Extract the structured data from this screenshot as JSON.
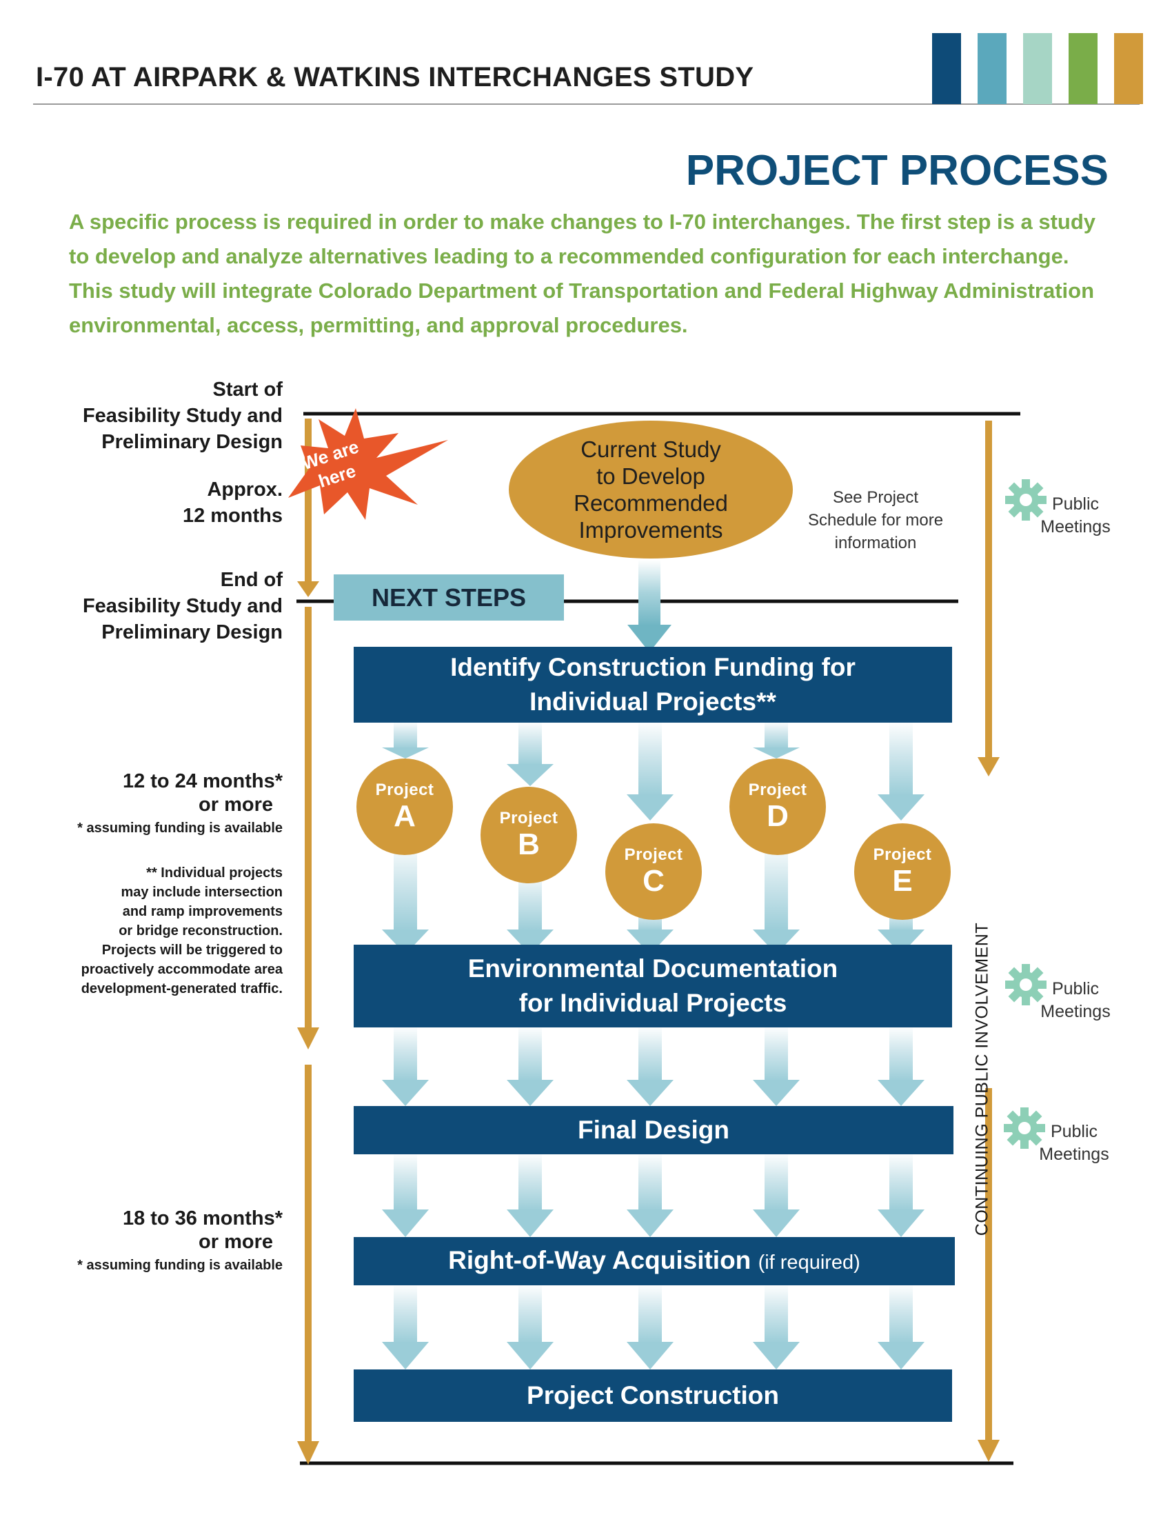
{
  "header": {
    "title": "I-70 AT AIRPARK & WATKINS INTERCHANGES STUDY",
    "stripe_colors": [
      "#0e4b78",
      "#5ba8bc",
      "#a6d5c5",
      "#7aad49",
      "#d19a3a"
    ]
  },
  "page_title": "PROJECT PROCESS",
  "intro": "A specific process is required in order to make changes to I-70 interchanges. The first step is a study to develop and analyze alternatives leading to a recommended configuration for each interchange. This study will integrate Colorado Department of Transportation and Federal Highway Administration environmental, access, permitting, and approval procedures.",
  "timeline": {
    "start": [
      "Start of",
      "Feasibility Study and",
      "Preliminary Design"
    ],
    "approx": [
      "Approx.",
      "12 months"
    ],
    "end": [
      "End of",
      "Feasibility Study and",
      "Preliminary Design"
    ],
    "range1": [
      "12 to 24 months*",
      "or more"
    ],
    "range1_note": "* assuming funding is available",
    "projects_note": [
      "** Individual projects",
      "may include intersection",
      "and ramp improvements",
      "or bridge reconstruction.",
      "Projects will be triggered to",
      "proactively accommodate area",
      "development-generated traffic."
    ],
    "range2": [
      "18 to 36 months*",
      "or more"
    ],
    "range2_note": "* assuming funding is available"
  },
  "burst": {
    "line1": "We are",
    "line2": "here"
  },
  "current_study": [
    "Current Study",
    "to Develop",
    "Recommended",
    "Improvements"
  ],
  "schedule_note": [
    "See Project",
    "Schedule for more",
    "information"
  ],
  "next_steps": "NEXT STEPS",
  "steps": {
    "funding": [
      "Identify Construction Funding for",
      "Individual Projects**"
    ],
    "environmental": [
      "Environmental Documentation",
      "for Individual Projects"
    ],
    "final_design": "Final Design",
    "row": {
      "main": "Right-of-Way Acquisition",
      "paren": "(if required)"
    },
    "construction": "Project Construction"
  },
  "projects": [
    {
      "word": "Project",
      "letter": "A"
    },
    {
      "word": "Project",
      "letter": "B"
    },
    {
      "word": "Project",
      "letter": "C"
    },
    {
      "word": "Project",
      "letter": "D"
    },
    {
      "word": "Project",
      "letter": "E"
    }
  ],
  "public_meetings": [
    [
      "Public",
      "Meetings"
    ],
    [
      "Public",
      "Meetings"
    ],
    [
      "Public",
      "Meetings"
    ]
  ],
  "vertical_label": "CONTINUING PUBLIC INVOLVEMENT",
  "colors": {
    "navy": "#0e4b78",
    "gold": "#d19a3a",
    "green_text": "#7aad49",
    "next_steps_bg": "#85c0cc",
    "burst": "#e8572a",
    "gear": "#8dcfb6"
  }
}
